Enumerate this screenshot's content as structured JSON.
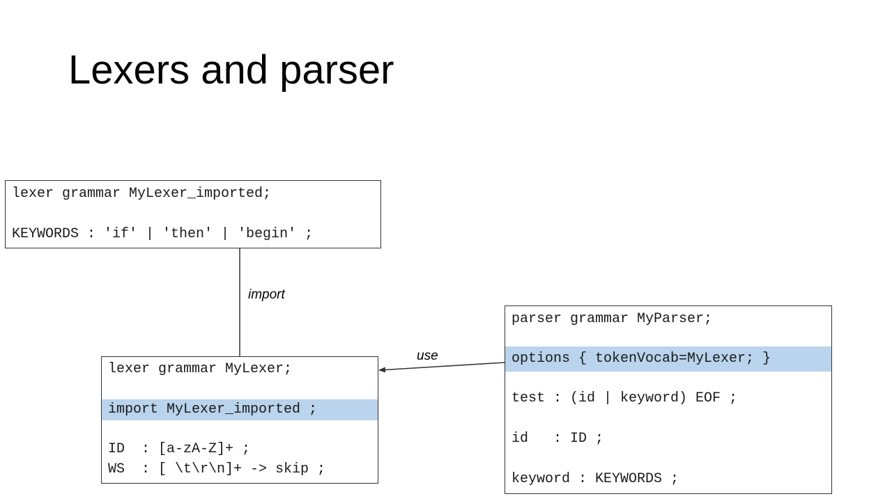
{
  "slide": {
    "title": "Lexers and parser"
  },
  "imported_lexer": {
    "lines": [
      "lexer grammar MyLexer_imported;",
      "",
      "KEYWORDS : 'if' | 'then' | 'begin' ;"
    ]
  },
  "main_lexer": {
    "lines": [
      "lexer grammar MyLexer;",
      "",
      "import MyLexer_imported ;",
      "",
      "ID  : [a-zA-Z]+ ;",
      "WS  : [ \\t\\r\\n]+ -> skip ;"
    ]
  },
  "parser": {
    "lines": [
      "parser grammar MyParser;",
      "",
      "options { tokenVocab=MyLexer; }",
      "",
      "test : (id | keyword) EOF ;",
      "",
      "id   : ID ;",
      "",
      "keyword : KEYWORDS ;"
    ]
  },
  "edges": {
    "import_label": "import",
    "use_label": "use"
  },
  "colors": {
    "highlight": "#b9d4ec",
    "border": "#333333",
    "line": "#333333"
  }
}
